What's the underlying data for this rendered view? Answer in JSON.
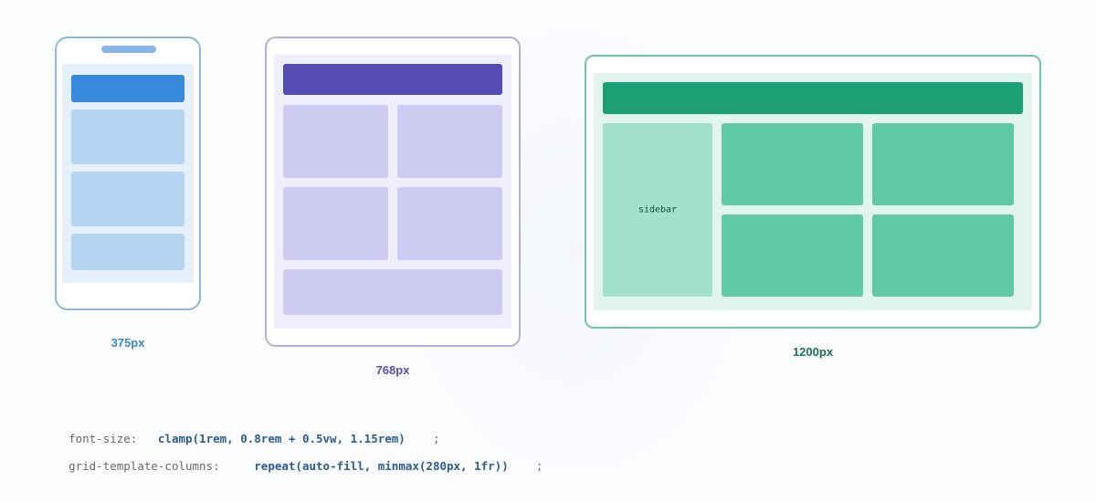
{
  "devices": [
    {
      "id": "mobile",
      "label": "375px",
      "color": "#3d87c9",
      "border": "#8fb8d6",
      "accent": "#3789da",
      "block": "#b5d4f2",
      "screen_bg": "#e6f0fb"
    },
    {
      "id": "tablet",
      "label": "768px",
      "color": "#5a4da8",
      "border": "#b3b0d4",
      "accent": "#554bb3",
      "block": "#cecbf3",
      "screen_bg": "#eeeefc"
    },
    {
      "id": "desktop",
      "label": "1200px",
      "color": "#1f6e55",
      "border": "#6fc4a8",
      "accent": "#1da075",
      "block": "#5ec9a4",
      "sidebar": "#a2e1ca",
      "screen_bg": "#e2f4ee",
      "sidebar_label": "sidebar"
    }
  ],
  "code": [
    {
      "property": "font-size:",
      "value": "clamp(1rem, 0.8rem + 0.5vw, 1.15rem)",
      "semicolon": ";"
    },
    {
      "property": "grid-template-columns:",
      "value": "repeat(auto-fill, minmax(280px, 1fr))",
      "semicolon": ";"
    }
  ]
}
